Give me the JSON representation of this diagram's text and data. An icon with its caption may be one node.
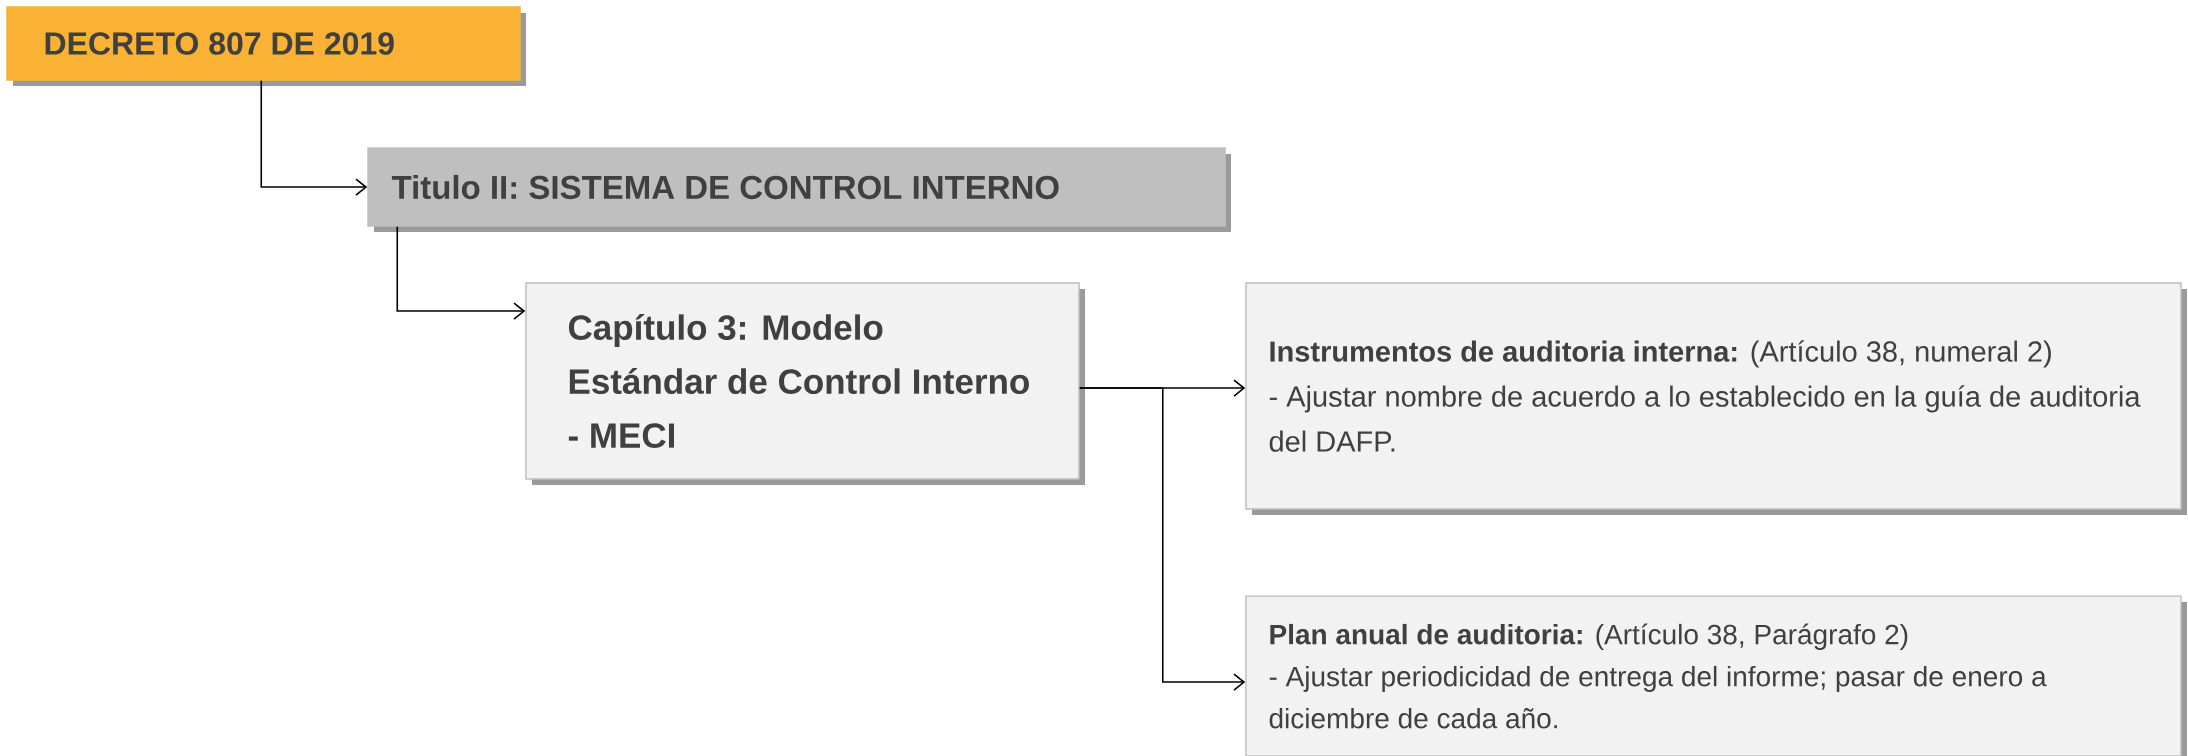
{
  "diagram": {
    "nodes": [
      {
        "text": [
          "DECRETO 807 DE 2019"
        ]
      },
      {
        "text": [
          "Titulo II: SISTEMA DE CONTROL INTERNO"
        ]
      },
      {
        "text": [
          "Capítulo 3: Modelo Estándar de Control Interno - MECI"
        ]
      },
      {
        "text": [
          "**Instrumentos de auditoria interna:** (Artículo 38, numeral 2)",
          "- Ajustar nombre de acuerdo a lo establecido en la guía de auditoria del DAFP."
        ]
      },
      {
        "text": [
          "**Plan anual de auditoria:** (Artículo 38, Parágrafo 2)",
          "- Ajustar periodicidad de entrega del informe; pasar de enero a diciembre de cada año."
        ]
      }
    ],
    "edges": [
      {
        "from": 0,
        "to": 1,
        "arrow": "to"
      },
      {
        "from": 1,
        "to": 2,
        "arrow": "to"
      },
      {
        "from": 2,
        "to": 3,
        "arrow": "to"
      },
      {
        "from": 2,
        "to": 4,
        "arrow": "to"
      }
    ]
  }
}
